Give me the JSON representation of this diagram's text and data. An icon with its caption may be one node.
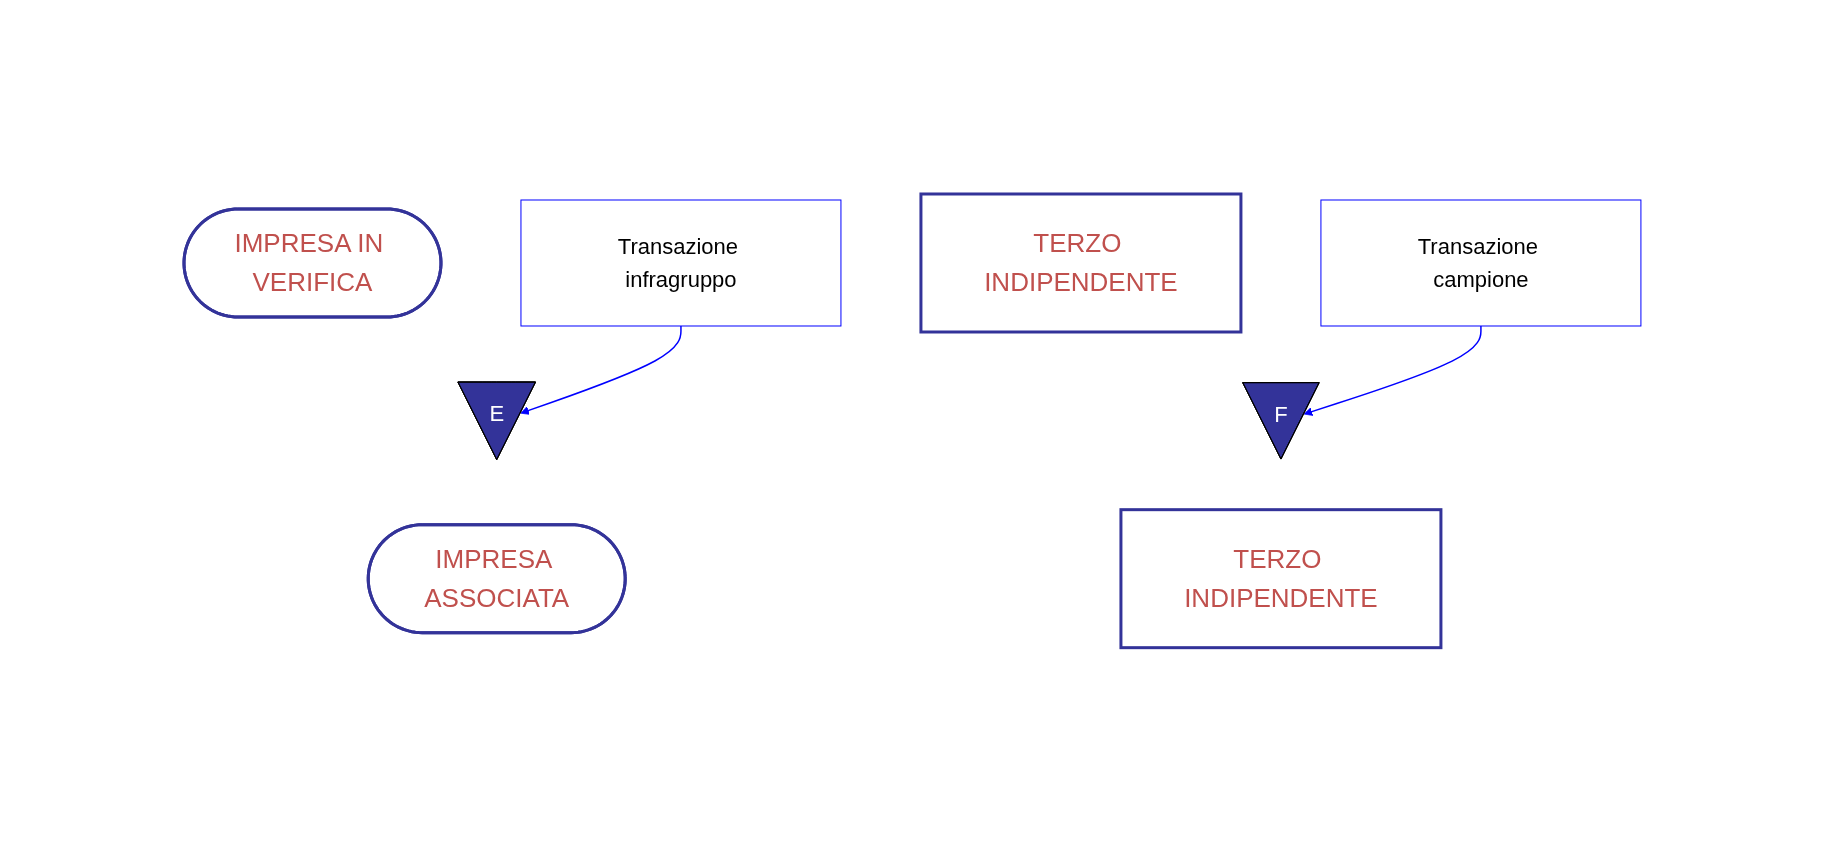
{
  "diagram": {
    "nodes": [
      {
        "text": [
          "IMPRESA IN VERIFICA"
        ]
      },
      {
        "text": [
          "TERZO INDIPENDENTE"
        ]
      },
      {
        "text": [
          "Transazione infragruppo"
        ]
      },
      {
        "text": [
          "E"
        ]
      },
      {
        "text": [
          "F"
        ]
      },
      {
        "text": [
          "Transazione campione"
        ]
      },
      {
        "text": [
          "IMPRESA ASSOCIATA"
        ]
      },
      {
        "text": [
          "TERZO INDIPENDENTE"
        ]
      }
    ],
    "edges": [
      {
        "from": 2,
        "to": 3,
        "arrow": "to"
      },
      {
        "from": 5,
        "to": 4,
        "arrow": "to"
      }
    ]
  }
}
